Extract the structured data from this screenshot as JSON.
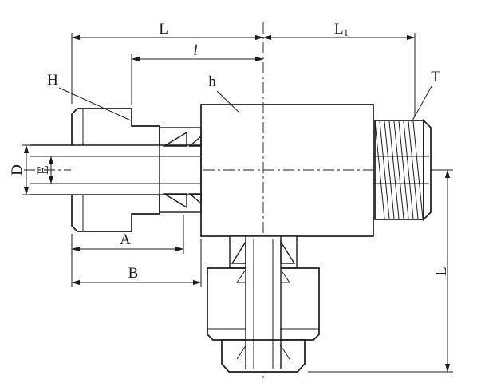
{
  "drawing": {
    "colors": {
      "background": "#ffffff",
      "line": "#1b1b1b",
      "nut_fill": "#b6b6b6",
      "body_fill": "#ffffff"
    },
    "labels": {
      "length_overall": "L",
      "length_right_base": "L",
      "length_right_sub": "1",
      "length_to_center": "l",
      "nut_callout": "H",
      "body_callout": "h",
      "thread_callout": "T",
      "tube_od": "D",
      "tube_id": "E",
      "dim_a": "A",
      "dim_b": "B",
      "length_branch": "L"
    }
  }
}
